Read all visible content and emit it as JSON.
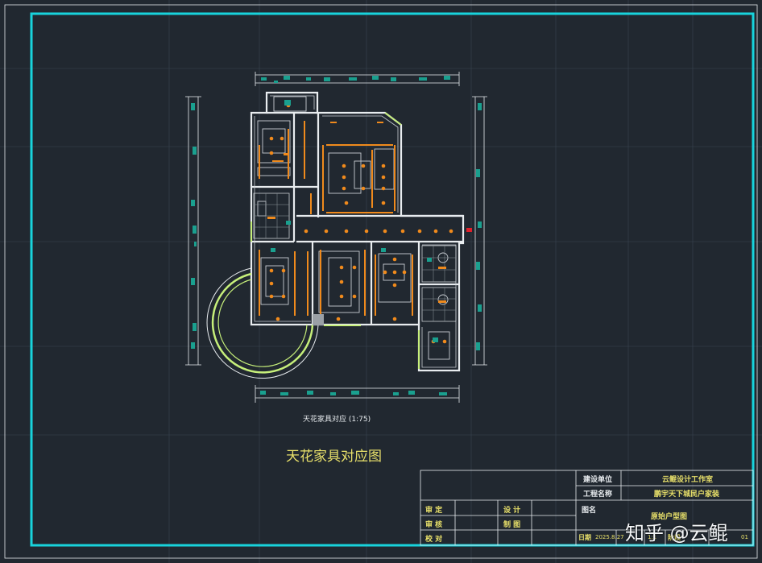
{
  "drawing": {
    "caption": "天花家具对应 (1:75)",
    "title": "天花家具对应图"
  },
  "title_block": {
    "construction_unit_label": "建设单位",
    "construction_unit_value": "云鲲设计工作室",
    "project_name_label": "工程名称",
    "project_name_value": "鹏宇天下城民户家装",
    "drawing_name_label": "图名",
    "drawing_name_value": "原始户型图",
    "review_label": "审 定",
    "audit_label": "审 核",
    "check_label": "校 对",
    "design_label": "设 计",
    "draft_label": "制 图",
    "date_label": "日期",
    "date_value": "2025.8.27",
    "scale_value": "1:1",
    "stage_label": "阶段",
    "sheet_value": "01"
  },
  "watermark": {
    "text": "知乎 @云鲲"
  },
  "colors": {
    "background": "#212830",
    "frame": "#18d3dc",
    "wall": "#e8ecef",
    "light": "#f08a1c",
    "door": "#c6ef7a",
    "dimension": "#1aa08f",
    "text_yellow": "#e8e06a"
  }
}
